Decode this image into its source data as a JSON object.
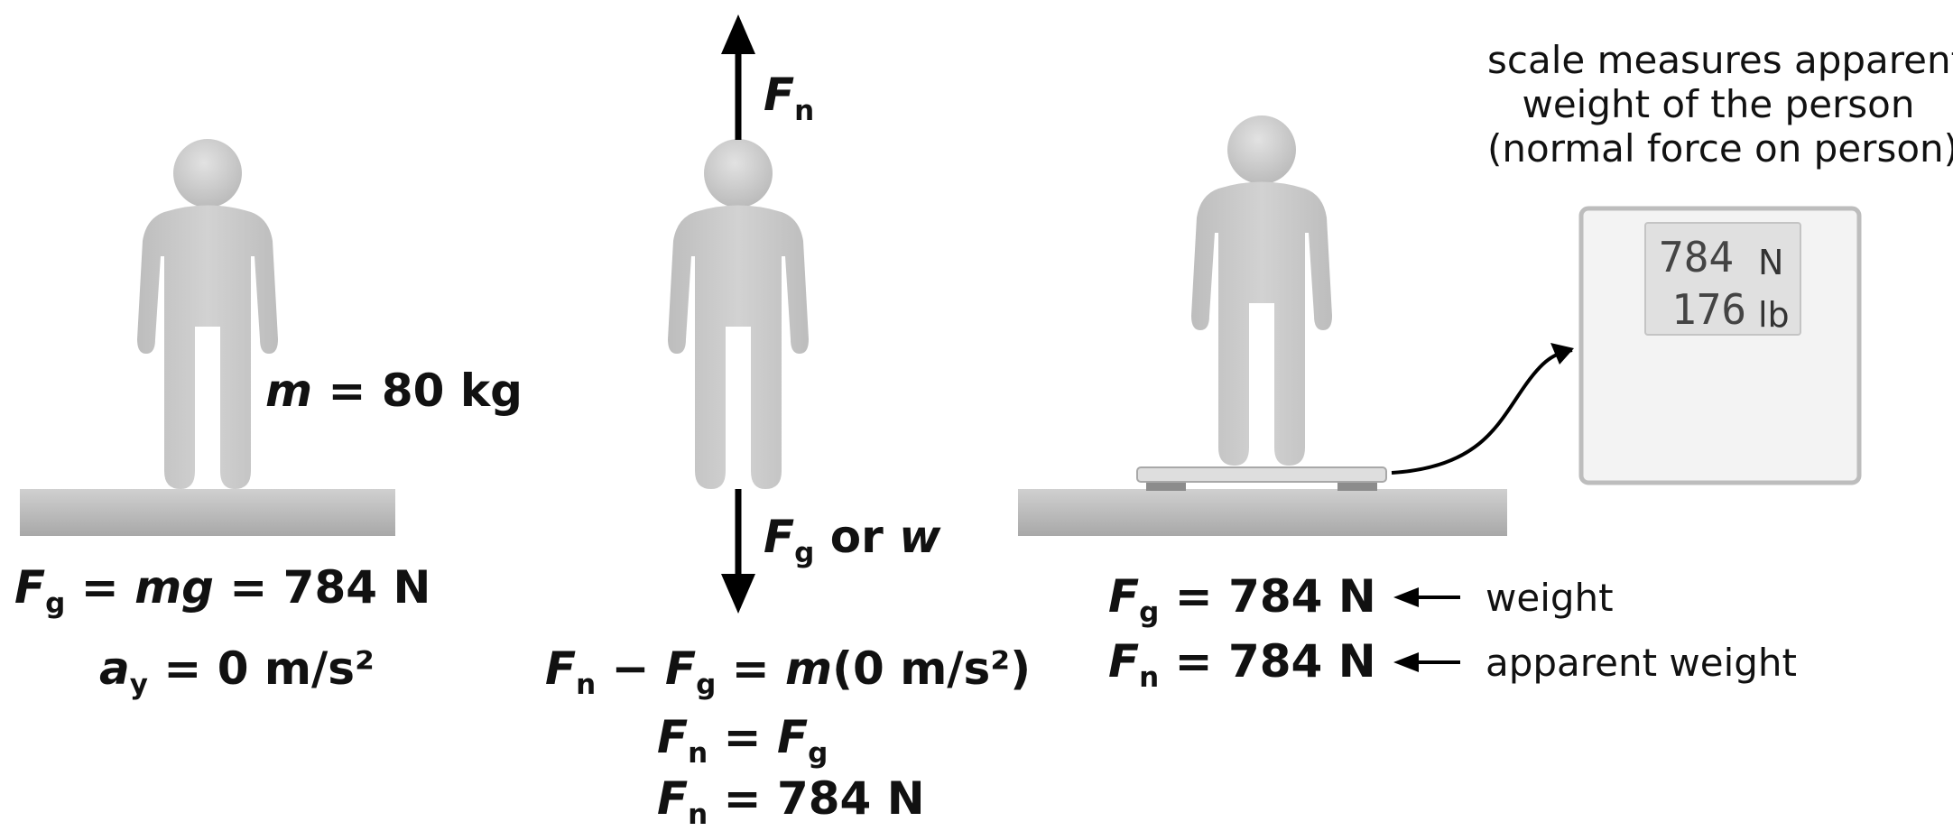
{
  "panel_left": {
    "mass": "80 kg",
    "weight_eq": "mg = 784 N",
    "accel_value": "0 m/s²"
  },
  "panel_middle": {
    "force_up_label": "Fn",
    "force_down_or": "or",
    "force_down_alt": "w",
    "eq_line1_rhs": "(0 m/s²)",
    "eq_line3_value": "784 N"
  },
  "panel_right": {
    "caption_lines": [
      "scale measures apparent",
      "weight of the person",
      "(normal force on person)"
    ],
    "scale_display": {
      "value_n": "784",
      "unit_n": "N",
      "value_lb": "176",
      "unit_lb": "lb"
    },
    "fg_value": "784 N",
    "fn_value": "784 N",
    "weight_label": "weight",
    "apparent_weight_label": "apparent weight"
  },
  "colors": {
    "figure": "#c8c8c8",
    "ground": "#b4b4b4",
    "arrow": "#000000"
  }
}
